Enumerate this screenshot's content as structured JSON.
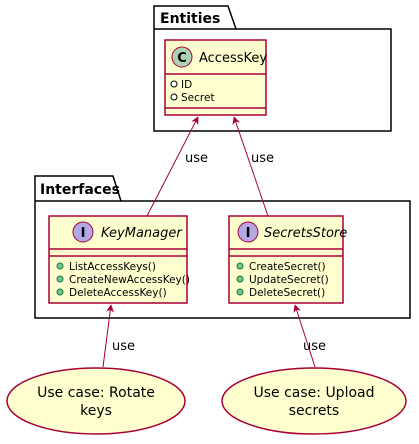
{
  "packages": {
    "entities": {
      "label": "Entities"
    },
    "interfaces": {
      "label": "Interfaces"
    }
  },
  "classes": {
    "access_key": {
      "stereotype": "C",
      "name": "AccessKey",
      "members": [
        "ID",
        "Secret"
      ],
      "member_marker": "open-circle"
    },
    "key_manager": {
      "stereotype": "I",
      "name": "KeyManager",
      "methods": [
        "ListAccessKeys()",
        "CreateNewAccessKey()",
        "DeleteAccessKey()"
      ],
      "method_marker": "filled-circle"
    },
    "secrets_store": {
      "stereotype": "I",
      "name": "SecretsStore",
      "methods": [
        "CreateSecret()",
        "UpdateSecret()",
        "DeleteSecret()"
      ],
      "method_marker": "filled-circle"
    }
  },
  "usecases": {
    "rotate": {
      "line1": "Use case: Rotate",
      "line2": "keys"
    },
    "upload": {
      "line1": "Use case: Upload",
      "line2": "secrets"
    }
  },
  "relations": {
    "km_uses_ak": "use",
    "ss_uses_ak": "use",
    "rotate_uses_km": "use",
    "upload_uses_ss": "use"
  },
  "colors": {
    "class_fill": "#fefece",
    "border": "#a80036",
    "package_border": "#000000",
    "class_circle": "#add1b2",
    "interface_circle": "#b4a7e5",
    "open_marker": "#ffffff",
    "filled_marker": "#84be84"
  }
}
